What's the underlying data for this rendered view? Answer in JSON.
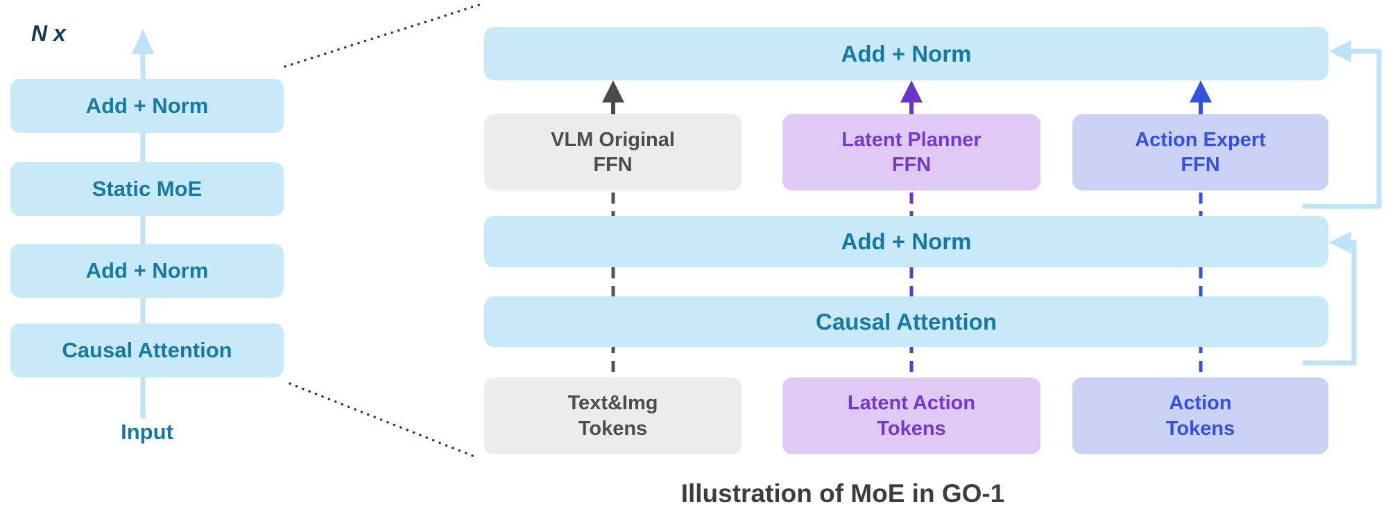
{
  "left_stack": {
    "repeat_label": "N x",
    "boxes": [
      "Add + Norm",
      "Static MoE",
      "Add + Norm",
      "Causal Attention"
    ],
    "input_label": "Input"
  },
  "right_diagram": {
    "top_bar": "Add + Norm",
    "mid_bar": "Add + Norm",
    "attention_bar": "Causal Attention",
    "ffn_boxes": [
      {
        "label": "VLM Original\nFFN"
      },
      {
        "label": "Latent Planner\nFFN"
      },
      {
        "label": "Action Expert\nFFN"
      }
    ],
    "token_boxes": [
      {
        "label": "Text&Img\nTokens"
      },
      {
        "label": "Latent Action\nTokens"
      },
      {
        "label": "Action\nTokens"
      }
    ]
  },
  "caption": "Illustration of MoE in GO-1",
  "colors": {
    "light_blue_box": "#c8e9f8",
    "teal_text": "#1779a1",
    "gray_box": "#ececec",
    "gray_text": "#4d4d4d",
    "purple_box": "#dfc9f5",
    "purple_text": "#7638c9",
    "periwinkle_box": "#cbd2f5",
    "blue_text": "#3450df",
    "residual_line": "#bee3f6",
    "dotted_line": "#173a52",
    "gray_arrow": "#4a4a4a",
    "purple_arrow": "#6a35c8",
    "blue_arrow": "#3353dd"
  }
}
